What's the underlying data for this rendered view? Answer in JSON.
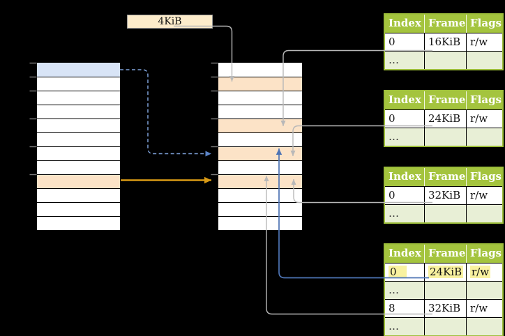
{
  "label_box": {
    "text": "4KiB"
  },
  "colors": {
    "background": "#000000",
    "table_header_green": "#a4c43e",
    "table_row_light_green": "#e8efd6",
    "table_border_green": "#9dbe3a",
    "highlight_yellow": "#f9f2a0",
    "row_blue": "#d8e4f6",
    "row_peach": "#fce3c7",
    "label_box_cream": "#fdeccb",
    "connector_gray": "#b8b8b8",
    "connector_blue": "#4e74b4",
    "connector_dashed_blue": "#7da0d8",
    "connector_orange": "#d99a15"
  },
  "virtual_memory_table": {
    "row_count": 12,
    "blue_row_index": 0,
    "orange_row_index": 8
  },
  "physical_memory_table": {
    "row_count": 12,
    "orange_row_indices": [
      1,
      4,
      6,
      8
    ]
  },
  "frame_tables": [
    {
      "headers": [
        "Index",
        "Frame",
        "Flags"
      ],
      "rows": [
        {
          "cells": [
            "0",
            "16KiB",
            "r/w"
          ]
        },
        {
          "cells": [
            "…",
            "",
            ""
          ]
        }
      ]
    },
    {
      "headers": [
        "Index",
        "Frame",
        "Flags"
      ],
      "rows": [
        {
          "cells": [
            "0",
            "24KiB",
            "r/w"
          ]
        },
        {
          "cells": [
            "…",
            "",
            ""
          ]
        }
      ]
    },
    {
      "headers": [
        "Index",
        "Frame",
        "Flags"
      ],
      "rows": [
        {
          "cells": [
            "0",
            "32KiB",
            "r/w"
          ]
        },
        {
          "cells": [
            "…",
            "",
            ""
          ]
        }
      ]
    },
    {
      "headers": [
        "Index",
        "Frame",
        "Flags"
      ],
      "rows": [
        {
          "cells": [
            "0",
            "24KiB",
            "r/w"
          ],
          "highlighted": true
        },
        {
          "cells": [
            "…",
            "",
            ""
          ]
        },
        {
          "cells": [
            "8",
            "32KiB",
            "r/w"
          ]
        },
        {
          "cells": [
            "…",
            "",
            ""
          ]
        }
      ]
    }
  ]
}
